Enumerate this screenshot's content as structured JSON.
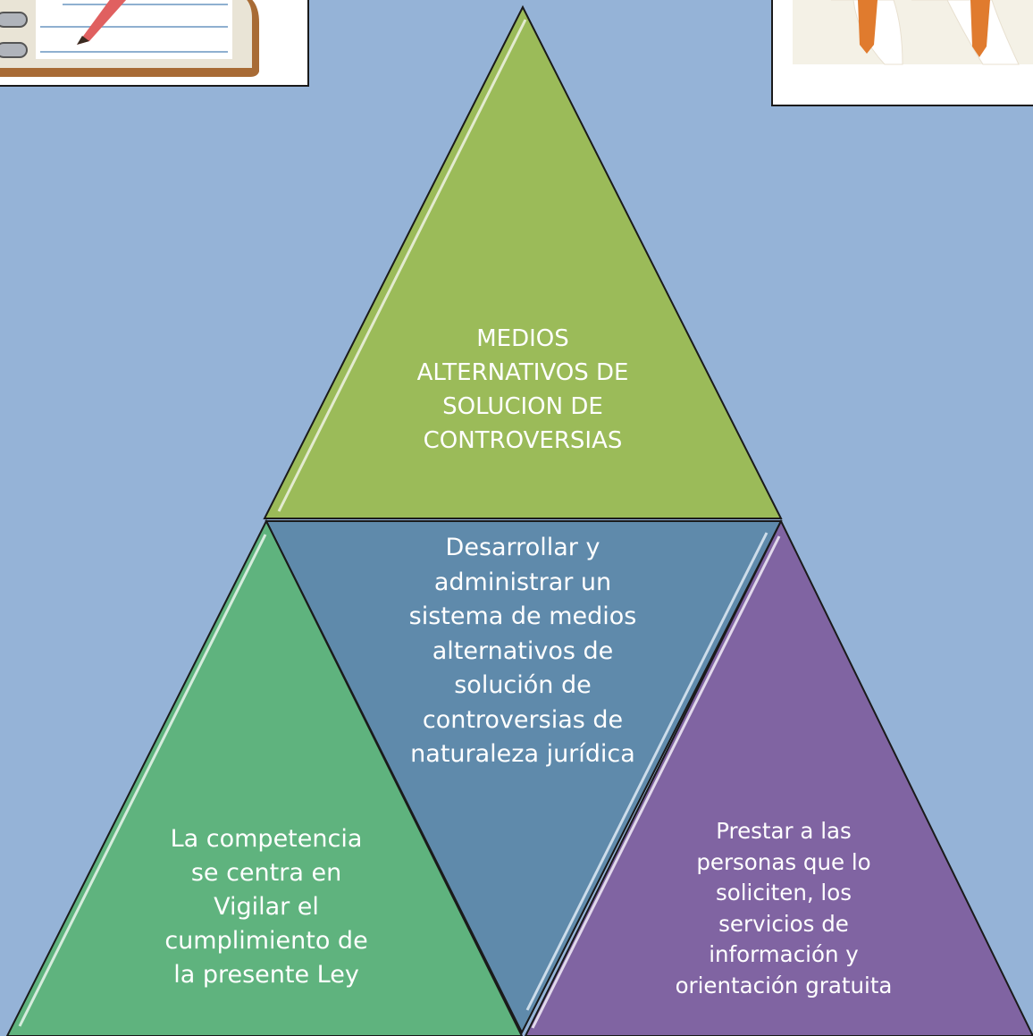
{
  "diagram": {
    "top_triangle": {
      "label": "MEDIOS\nALTERNATIVOS DE\nSOLUCION DE\nCONTROVERSIAS",
      "color": "#9bbb59"
    },
    "center_triangle": {
      "label": "Desarrollar y\nadministrar un\nsistema de medios\nalternativos de\nsolución de\ncontroversias de\nnaturaleza jurídica",
      "color": "#5f8aab"
    },
    "left_triangle": {
      "label": "La competencia\nse centra en\nVigilar el\ncumplimiento de\nla presente Ley",
      "color": "#5fb37e"
    },
    "right_triangle": {
      "label": "Prestar a las\npersonas que lo\nsoliciten, los\nservicios de\ninformación y\norientación gratuita",
      "color": "#8064a2"
    }
  },
  "pictures": {
    "left_picture": "notebook-pencil-icon",
    "right_picture": "people-with-ties-icon"
  },
  "colors": {
    "background": "#95b3d7",
    "outline": "#1a1a1a"
  }
}
